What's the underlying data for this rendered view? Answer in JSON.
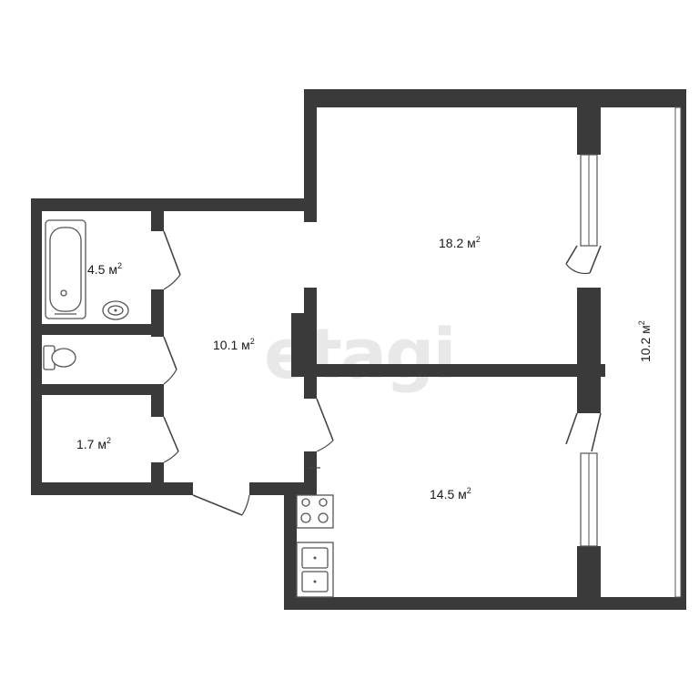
{
  "rooms": [
    {
      "id": "bathroom",
      "area": "4.5 м",
      "sup": "2"
    },
    {
      "id": "hallway",
      "area": "10.1 м",
      "sup": "2"
    },
    {
      "id": "storage",
      "area": "1.7 м",
      "sup": "2"
    },
    {
      "id": "room-large",
      "area": "18.2 м",
      "sup": "2"
    },
    {
      "id": "room-kitchen",
      "area": "14.5 м",
      "sup": "2"
    },
    {
      "id": "loggia",
      "area": "10.2 м",
      "sup": "2"
    }
  ],
  "watermark": "etagi",
  "colors": {
    "wall": "#3a3a3a",
    "background": "#ffffff",
    "watermark": "#e8e8e8"
  }
}
